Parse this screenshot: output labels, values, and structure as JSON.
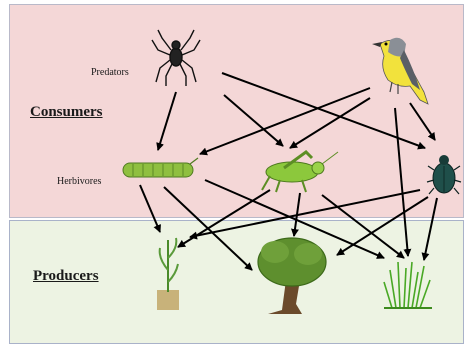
{
  "sections": {
    "consumers": "Consumers",
    "producers": "Producers"
  },
  "labels": {
    "predators": "Predators",
    "herbivores": "Herbivores"
  },
  "organisms": {
    "predators": [
      "spider",
      "bird"
    ],
    "herbivores": [
      "caterpillar",
      "grasshopper",
      "beetle"
    ],
    "producers": [
      "seedling",
      "tree",
      "grass"
    ]
  },
  "colors": {
    "consumers_bg": "#f4d7d7",
    "producers_bg": "#edf3e3",
    "arrow": "#000000"
  }
}
